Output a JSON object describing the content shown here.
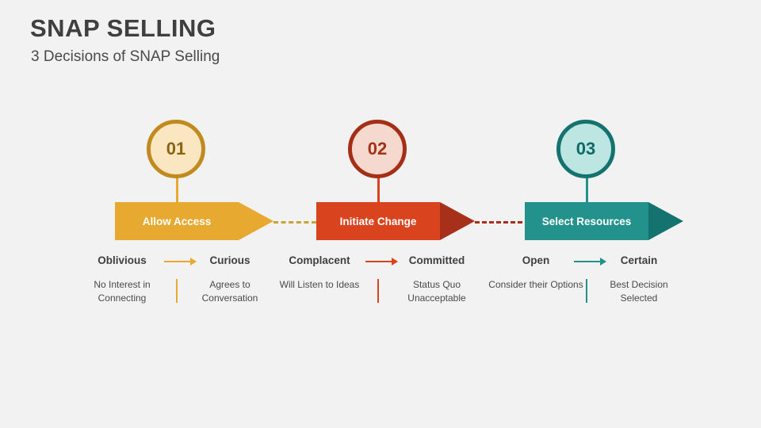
{
  "header": {
    "title": "SNAP SELLING",
    "subtitle": "3 Decisions of SNAP Selling"
  },
  "colors": {
    "background": "#f2f2f2",
    "title": "#3f3f3f",
    "stage1": "#e8a930",
    "stage1_dark": "#c08a1e",
    "stage1_fill": "#fbe6c2",
    "stage2": "#d9441f",
    "stage2_dark": "#a42f16",
    "stage2_fill": "#f5d9cf",
    "stage3": "#23928c",
    "stage3_dark": "#14726f",
    "stage3_fill": "#bde6e2"
  },
  "stages": [
    {
      "number": "01",
      "banner": "Allow Access",
      "left_label": "Oblivious",
      "right_label": "Curious",
      "left_desc": "No Interest in Connecting",
      "right_desc": "Agrees to Conversation"
    },
    {
      "number": "02",
      "banner": "Initiate Change",
      "left_label": "Complacent",
      "right_label": "Committed",
      "left_desc": "Will Listen to Ideas",
      "right_desc": "Status Quo Unacceptable"
    },
    {
      "number": "03",
      "banner": "Select Resources",
      "left_label": "Open",
      "right_label": "Certain",
      "left_desc": "Consider their Options",
      "right_desc": "Best Decision Selected"
    }
  ]
}
